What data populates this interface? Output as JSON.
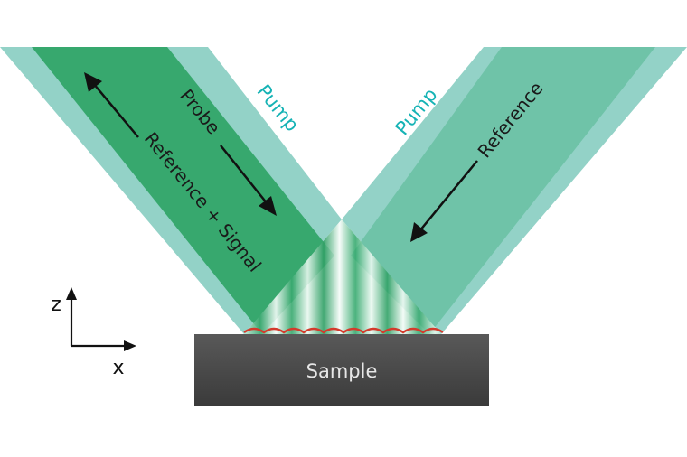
{
  "labels": {
    "probe": "Probe",
    "pump_left": "Pump",
    "pump_right": "Pump",
    "reference_signal": "Reference + Signal",
    "reference": "Reference",
    "sample": "Sample",
    "axis_z": "z",
    "axis_x": "x"
  },
  "colors": {
    "pump_beam": "#8dd0c4",
    "probe_beam": "#37a86e",
    "reference_beam": "#6fc3a8",
    "pump_text": "#16b3b5",
    "sample_top": "#555555",
    "sample_bottom": "#3c3c3c",
    "sample_text": "#e6e6e6",
    "surface_wave": "#d43a2c",
    "arrow": "#111111"
  }
}
